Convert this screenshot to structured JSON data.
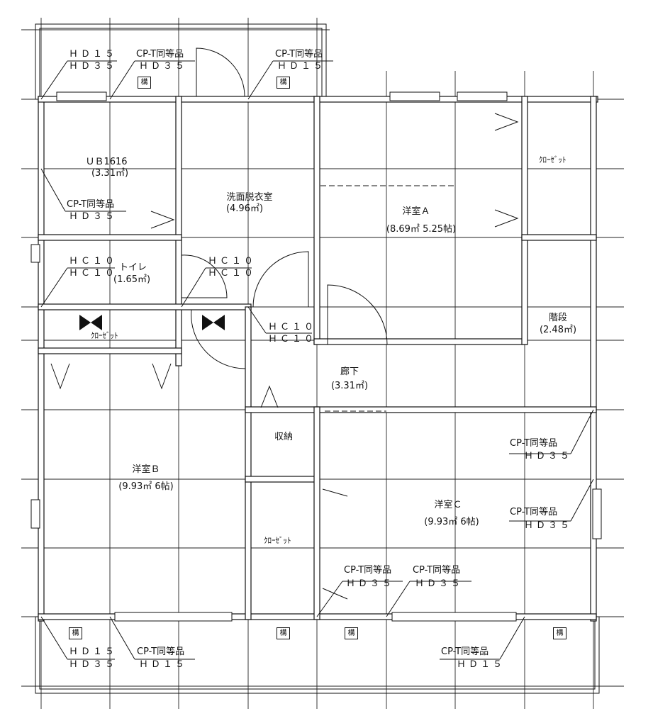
{
  "rooms": {
    "ub": {
      "name": "ＵＢ1616",
      "area": "(3.31㎡)"
    },
    "senmen": {
      "name": "洗面脱衣室",
      "area": "(4.96㎡)"
    },
    "yoshitsu_a": {
      "name": "洋室Ａ",
      "area": "(8.69㎡ 5.25帖)"
    },
    "toilet": {
      "name": "トイレ",
      "area": "(1.65㎡)"
    },
    "kaidan": {
      "name": "階段",
      "area": "(2.48㎡)"
    },
    "roka": {
      "name": "廊下",
      "area": "(3.31㎡)"
    },
    "shuno": {
      "name": "収納"
    },
    "yoshitsu_b": {
      "name": "洋室Ｂ",
      "area": "(9.93㎡ 6帖)"
    },
    "yoshitsu_c": {
      "name": "洋室Ｃ",
      "area": "(9.93㎡ 6帖)"
    }
  },
  "closet_labels": {
    "a": "ｸﾛｰｾﾞｯﾄ",
    "toilet_side": "ｸﾛｰｾﾞｯﾄ",
    "c": "ｸﾛｰｾﾞｯﾄ"
  },
  "kamae_label": "構",
  "annotations": {
    "top_left_1": "ＨＤ１５",
    "top_left_2": "ＨＤ３５",
    "top_cp1_1": "CP-T同等品",
    "top_cp1_2": "ＨＤ３５",
    "top_cp2_1": "CP-T同等品",
    "top_cp2_2": "ＨＤ１５",
    "ub_cp_1": "CP-T同等品",
    "ub_cp_2": "ＨＤ３５",
    "hc_left_1": "ＨＣ１０",
    "hc_left_2": "ＨＣ１０",
    "hc_mid_1": "ＨＣ１０",
    "hc_mid_2": "ＨＣ１０",
    "hc_hall_1": "ＨＣ１０",
    "hc_hall_2": "ＨＣ１０",
    "right_cp1_1": "CP-T同等品",
    "right_cp1_2": "ＨＤ３５",
    "right_cp2_1": "CP-T同等品",
    "right_cp2_2": "ＨＤ３５",
    "mid_cp1_1": "CP-T同等品",
    "mid_cp1_2": "ＨＤ３５",
    "mid_cp2_1": "CP-T同等品",
    "mid_cp2_2": "ＨＤ３５",
    "bot_left_1": "ＨＤ１５",
    "bot_left_2": "ＨＤ３５",
    "bot_cp1_1": "CP-T同等品",
    "bot_cp1_2": "ＨＤ１５",
    "bot_cp2_1": "CP-T同等品",
    "bot_cp2_2": "ＨＤ１５"
  }
}
